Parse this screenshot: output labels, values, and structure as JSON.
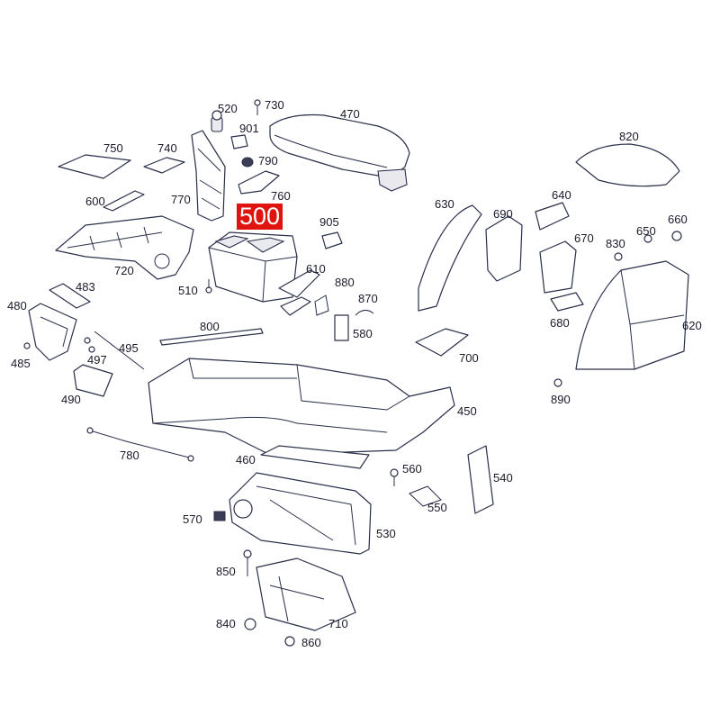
{
  "diagram": {
    "highlighted_part": "500",
    "labels": {
      "p470": "470",
      "p520": "520",
      "p730": "730",
      "p901": "901",
      "p750": "750",
      "p740": "740",
      "p790": "790",
      "p600": "600",
      "p770": "770",
      "p760": "760",
      "p500": "500",
      "p905": "905",
      "p820": "820",
      "p630": "630",
      "p690": "690",
      "p640": "640",
      "p660": "660",
      "p830": "830",
      "p650": "650",
      "p670": "670",
      "p720": "720",
      "p610": "610",
      "p510": "510",
      "p880": "880",
      "p870": "870",
      "p483": "483",
      "p480": "480",
      "p680": "680",
      "p620": "620",
      "p800": "800",
      "p580": "580",
      "p495": "495",
      "p485": "485",
      "p497": "497",
      "p700": "700",
      "p490": "490",
      "p890": "890",
      "p450": "450",
      "p780": "780",
      "p460": "460",
      "p560": "560",
      "p540": "540",
      "p550": "550",
      "p570": "570",
      "p530": "530",
      "p850": "850",
      "p840": "840",
      "p710": "710",
      "p860": "860"
    },
    "colors": {
      "highlight": "#e0140f",
      "line": "#2a2f4a"
    }
  }
}
